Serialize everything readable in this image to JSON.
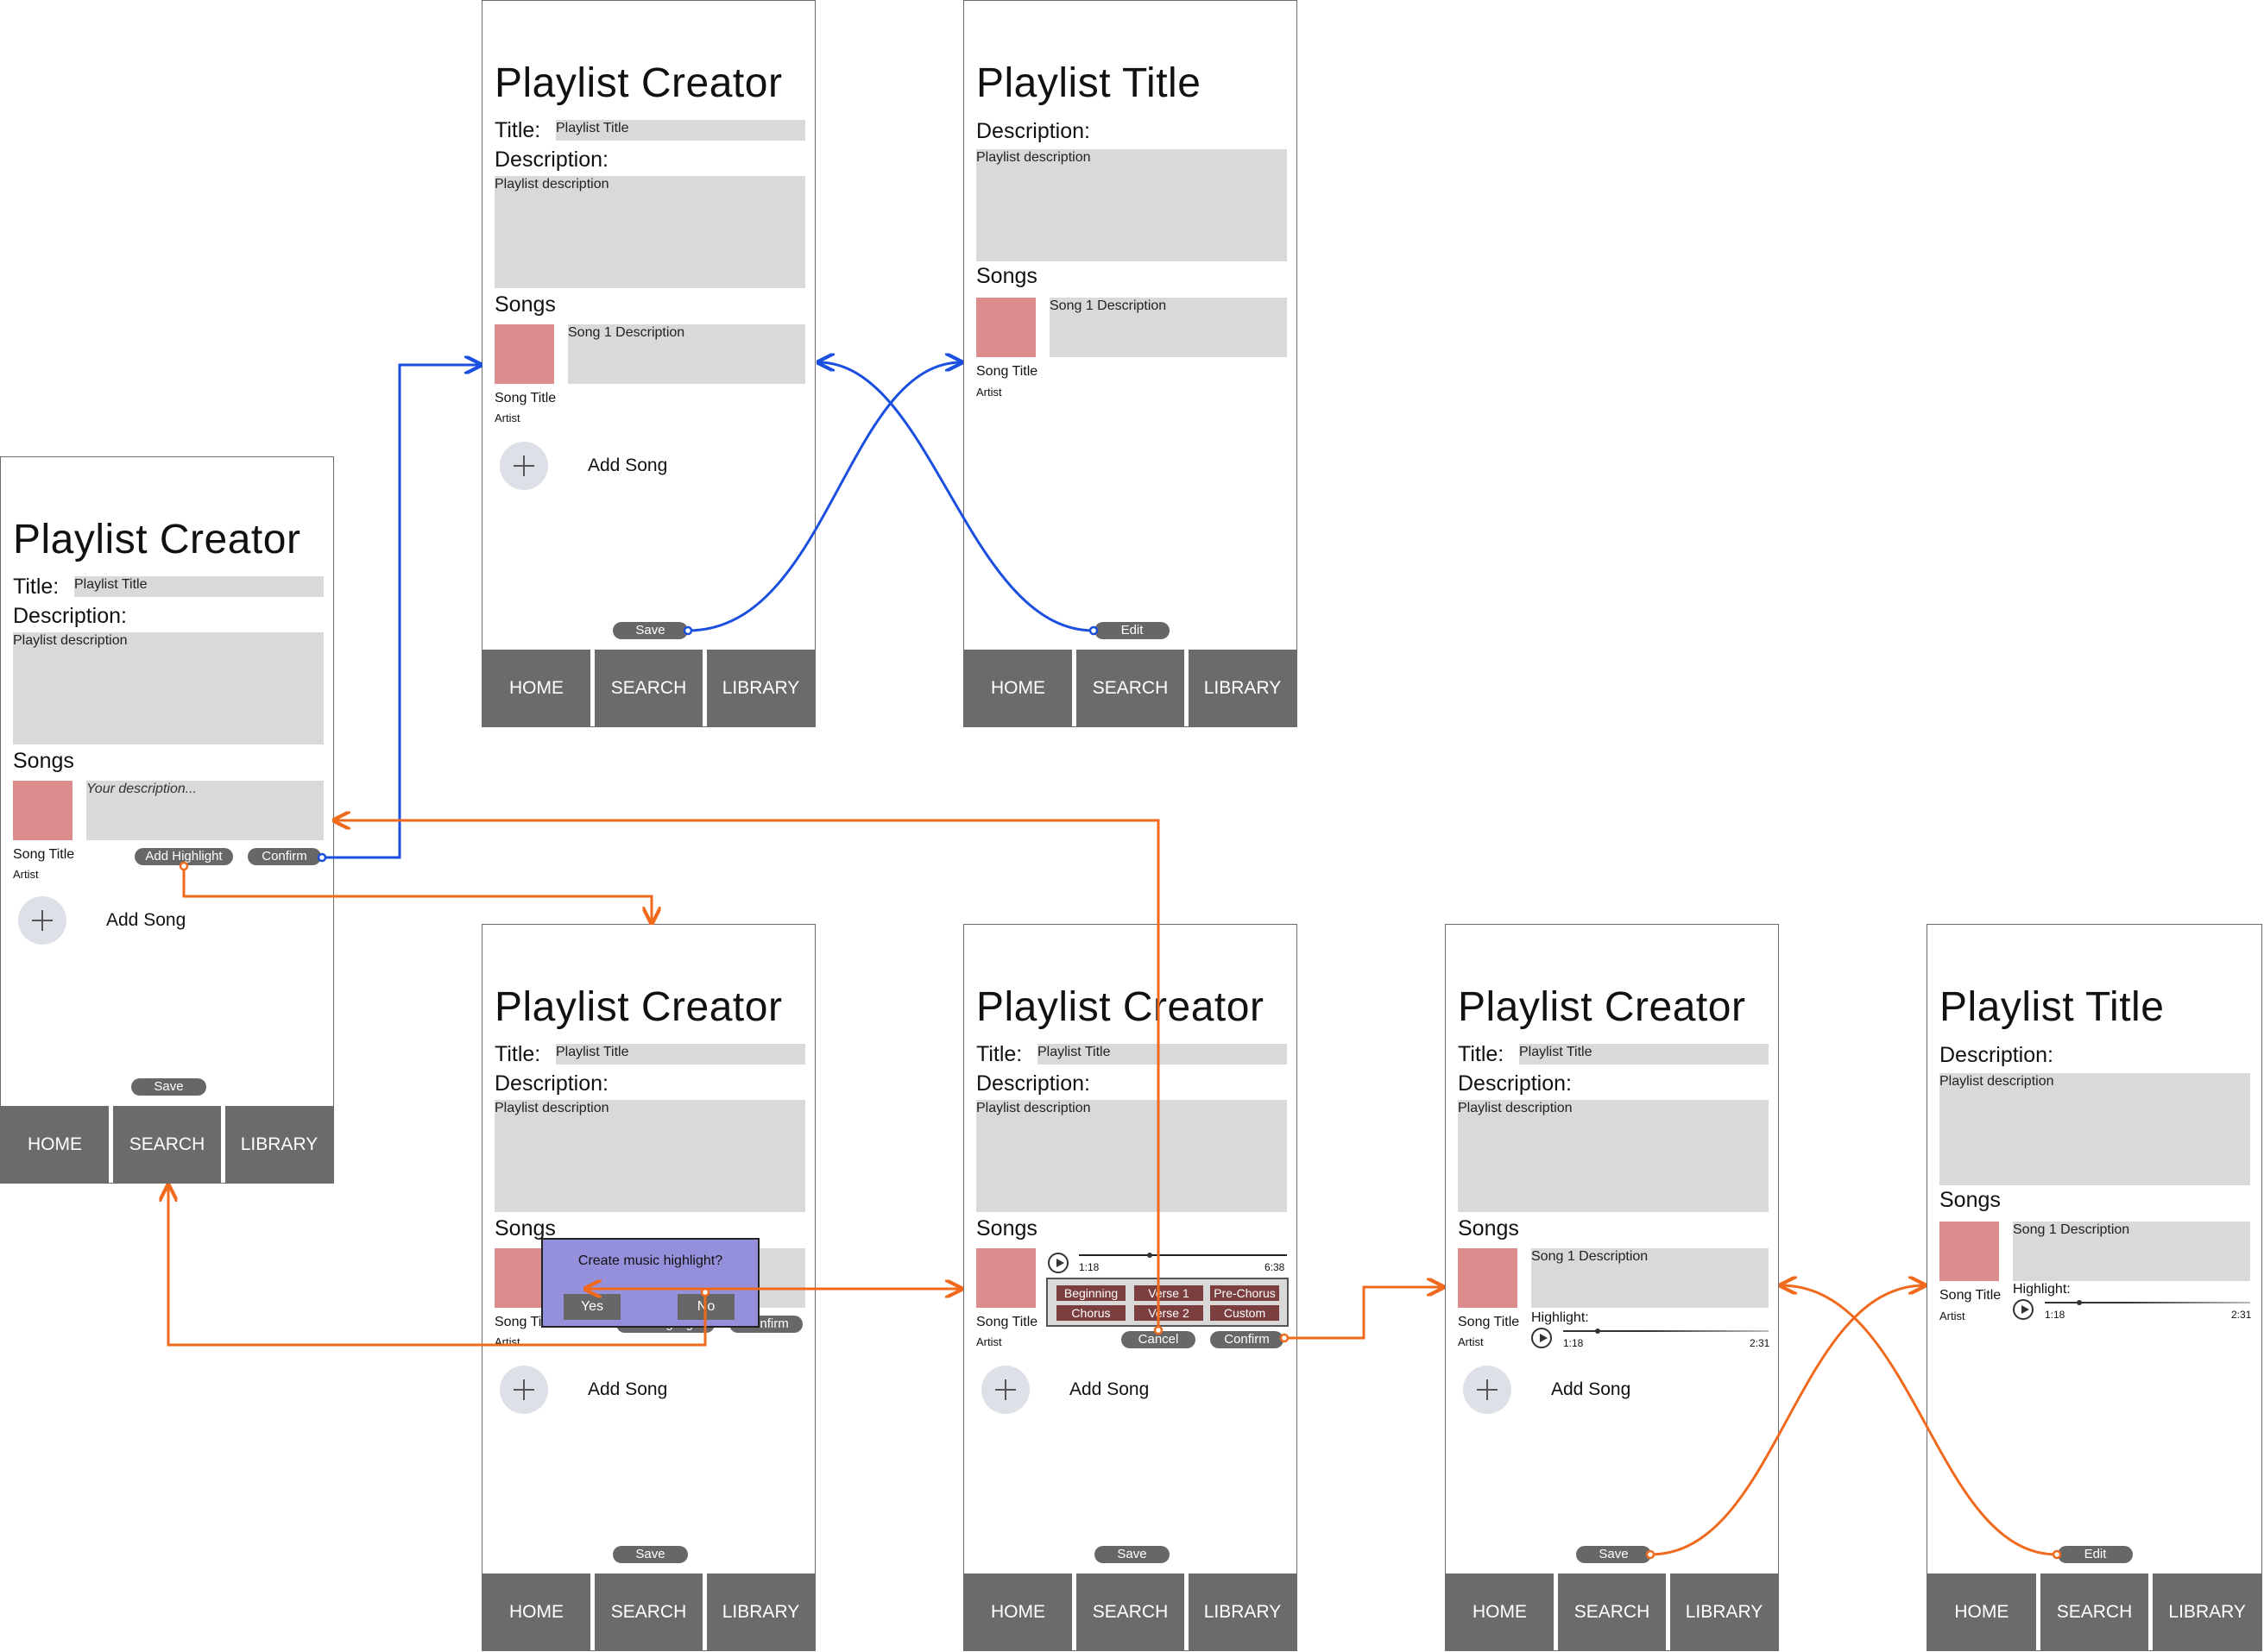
{
  "screens": {
    "a": {
      "title": "Playlist Creator",
      "title_label": "Title:",
      "title_placeholder": "Playlist Title",
      "description_label": "Description:",
      "description_placeholder": "Playlist description",
      "songs_label": "Songs",
      "song_description_placeholder": "Your description...",
      "song_title": "Song Title",
      "song_artist": "Artist",
      "add_highlight": "Add Highlight",
      "confirm": "Confirm",
      "add_song": "Add Song",
      "save": "Save"
    },
    "b": {
      "title": "Playlist Creator",
      "title_label": "Title:",
      "title_placeholder": "Playlist Title",
      "description_label": "Description:",
      "description_placeholder": "Playlist description",
      "songs_label": "Songs",
      "song_description": "Song 1 Description",
      "song_title": "Song Title",
      "song_artist": "Artist",
      "add_song": "Add Song",
      "save": "Save"
    },
    "c": {
      "title": "Playlist Title",
      "description_label": "Description:",
      "description_placeholder": "Playlist description",
      "songs_label": "Songs",
      "song_description": "Song 1 Description",
      "song_title": "Song Title",
      "song_artist": "Artist",
      "edit": "Edit"
    },
    "d": {
      "title": "Playlist Creator",
      "title_label": "Title:",
      "title_placeholder": "Playlist Title",
      "description_label": "Description:",
      "description_placeholder": "Playlist description",
      "songs_label": "Songs",
      "song_title": "Song Title",
      "song_artist": "Artist",
      "add_highlight": "Add Highlight",
      "confirm": "Confirm",
      "add_song": "Add Song",
      "save": "Save",
      "dialog_question": "Create music highlight?",
      "dialog_yes": "Yes",
      "dialog_no": "No"
    },
    "e": {
      "title": "Playlist Creator",
      "title_label": "Title:",
      "title_placeholder": "Playlist Title",
      "description_label": "Description:",
      "description_placeholder": "Playlist description",
      "songs_label": "Songs",
      "song_title": "Song Title",
      "song_artist": "Artist",
      "time_start": "1:18",
      "time_end": "6:38",
      "progress": 0.34,
      "sections": [
        "Beginning",
        "Verse 1",
        "Pre-Chorus",
        "Chorus",
        "Verse 2",
        "Custom"
      ],
      "cancel": "Cancel",
      "confirm": "Confirm",
      "add_song": "Add Song",
      "save": "Save"
    },
    "f": {
      "title": "Playlist Creator",
      "title_label": "Title:",
      "title_placeholder": "Playlist Title",
      "description_label": "Description:",
      "description_placeholder": "Playlist description",
      "songs_label": "Songs",
      "song_description": "Song 1 Description",
      "song_title": "Song Title",
      "song_artist": "Artist",
      "highlight_label": "Highlight:",
      "time_start": "1:18",
      "time_end": "2:31",
      "progress": 0.17,
      "add_song": "Add Song",
      "save": "Save"
    },
    "g": {
      "title": "Playlist Title",
      "description_label": "Description:",
      "description_placeholder": "Playlist description",
      "songs_label": "Songs",
      "song_description": "Song 1 Description",
      "song_title": "Song Title",
      "song_artist": "Artist",
      "highlight_label": "Highlight:",
      "time_start": "1:18",
      "time_end": "2:31",
      "progress": 0.17,
      "edit": "Edit"
    }
  },
  "nav": {
    "home": "HOME",
    "search": "SEARCH",
    "library": "LIBRARY"
  },
  "colors": {
    "link_blue": "#1a4fe0",
    "link_orange": "#f06a1d",
    "thumb": "#db8c8c",
    "dialog": "#9590dc",
    "chip": "#7b3f3f"
  }
}
